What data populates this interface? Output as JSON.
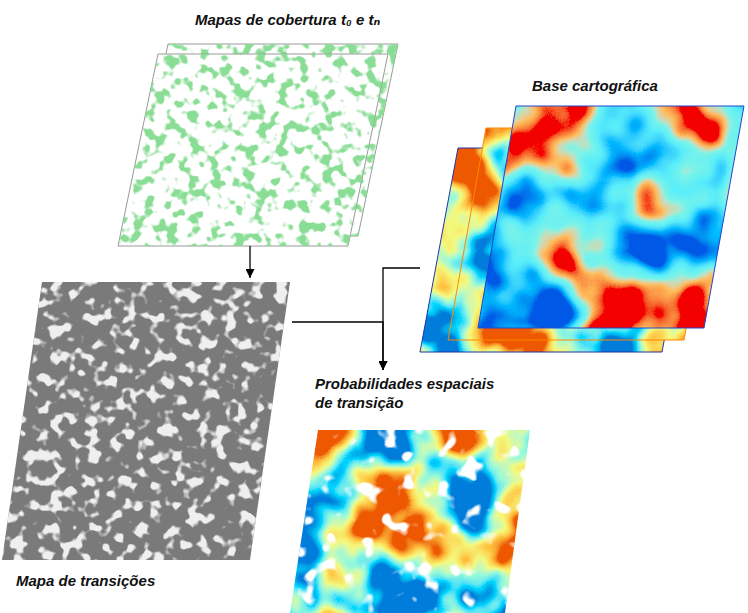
{
  "diagram": {
    "nodes": [
      {
        "text": [
          "Mapas de cobertura t₀ e tₙ"
        ]
      },
      {
        "text": [
          "Mapa de transições"
        ]
      },
      {
        "text": [
          "Base cartográfica"
        ]
      },
      {
        "text": [
          "Probabilidades espaciais de transição"
        ]
      }
    ],
    "edges": [
      {
        "from": 0,
        "to": 1,
        "arrow": "to"
      },
      {
        "from": 1,
        "to": 3,
        "arrow": "to"
      },
      {
        "from": 2,
        "to": 3,
        "arrow": "to"
      }
    ]
  }
}
